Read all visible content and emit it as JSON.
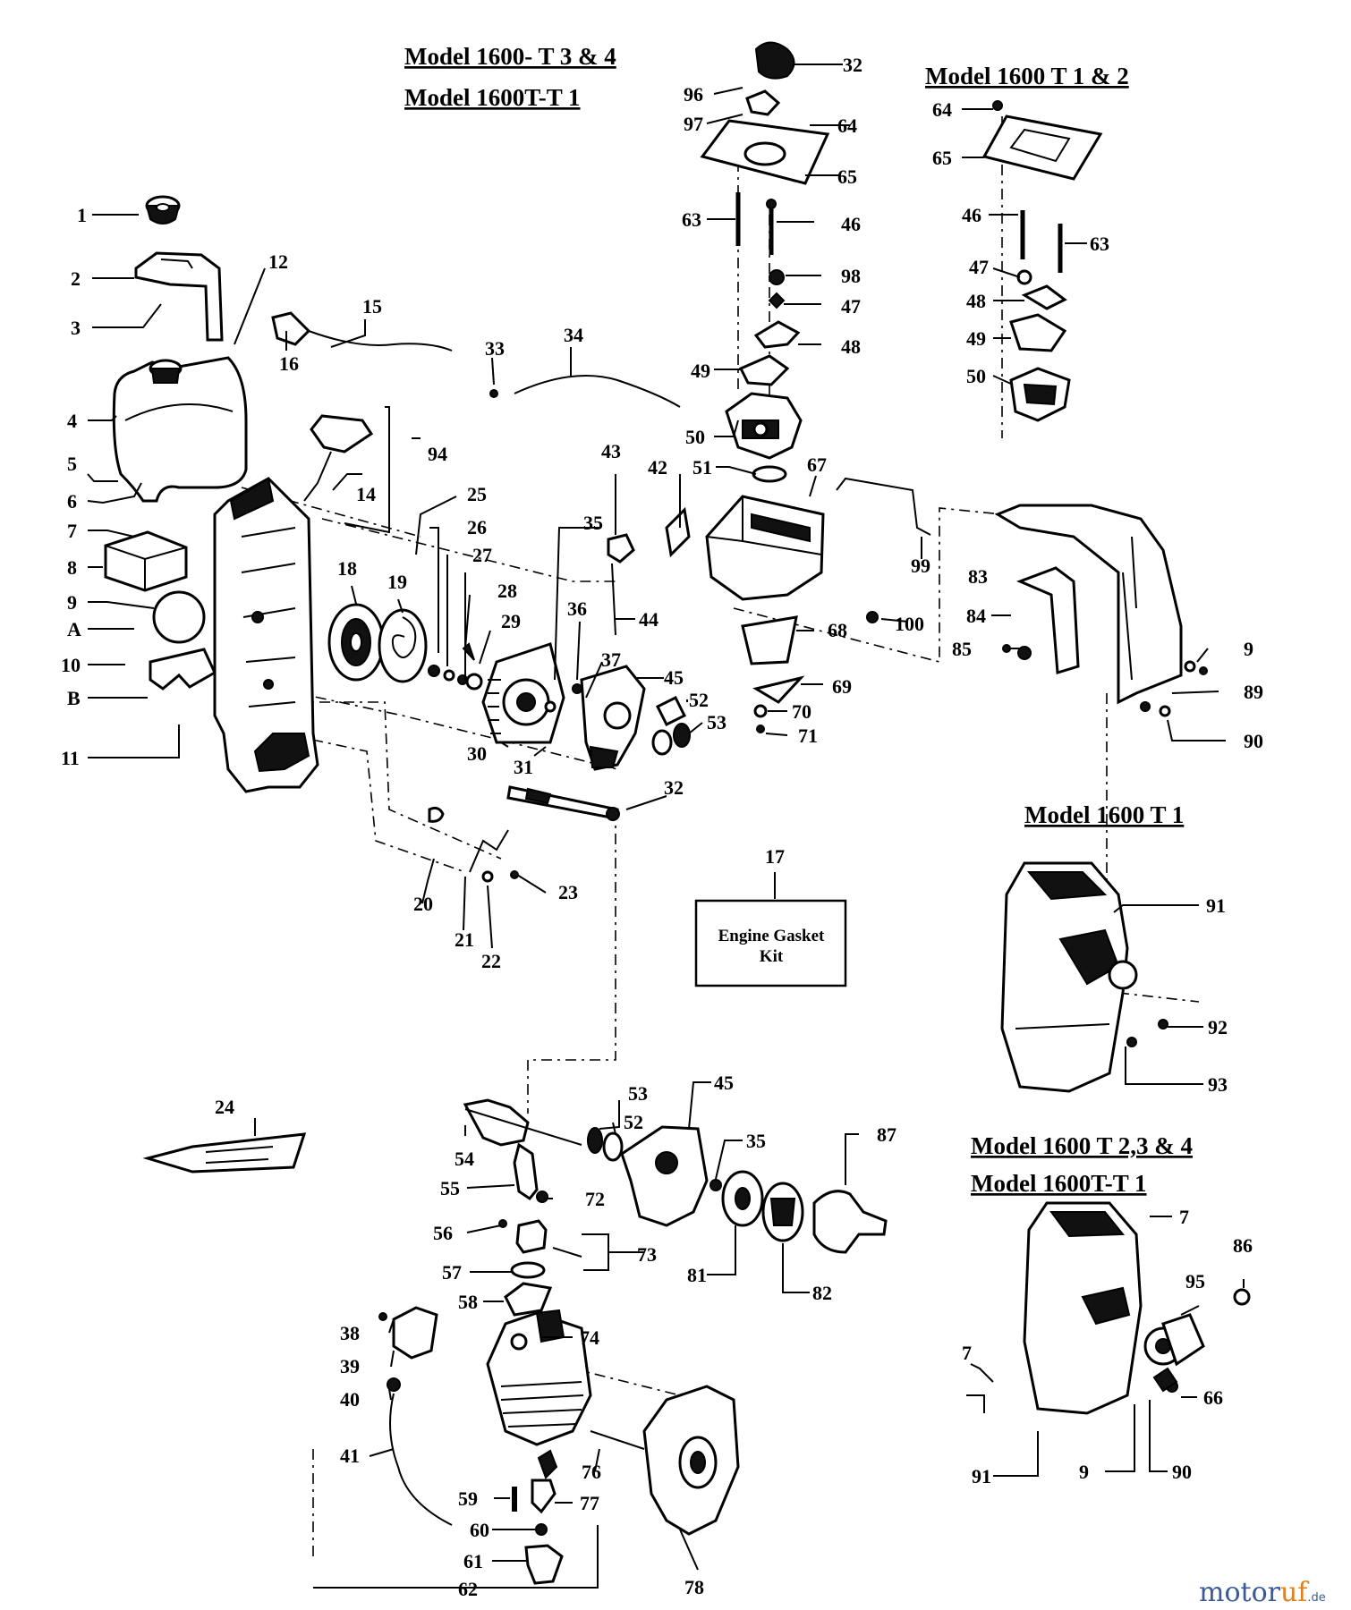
{
  "headers": {
    "h1": "Model 1600- T 3 & 4",
    "h2": "Model 1600T-T 1",
    "h3": "Model 1600 T 1 & 2",
    "h4": "Model 1600 T 1",
    "h5": "Model 1600 T  2,3 & 4",
    "h6": "Model 1600T-T 1"
  },
  "gasket_box": {
    "part": "17",
    "line1": "Engine Gasket",
    "line2": "Kit"
  },
  "watermark": {
    "part1": "motor",
    "part2": "uf",
    "suffix": ".de"
  },
  "labels": {
    "L1": "1",
    "L2": "2",
    "L3": "3",
    "L4": "4",
    "L5": "5",
    "L6": "6",
    "L7": "7",
    "L8": "8",
    "L9": "9",
    "LA": "A",
    "L10": "10",
    "LB": "B",
    "L11": "11",
    "L12": "12",
    "L15": "15",
    "L16": "16",
    "L33": "33",
    "L34": "34",
    "L94": "94",
    "L14": "14",
    "L25": "25",
    "L26": "26",
    "L27": "27",
    "L28": "28",
    "L29": "29",
    "L18": "18",
    "L19": "19",
    "L30": "30",
    "L31": "31",
    "L32b": "32",
    "L35": "35",
    "L36": "36",
    "L37": "37",
    "L43": "43",
    "L44": "44",
    "L45": "45",
    "L52": "52",
    "L53": "53",
    "L20": "20",
    "L21": "21",
    "L22": "22",
    "L23": "23",
    "L32": "32",
    "L96": "96",
    "L97": "97",
    "L64": "64",
    "L65": "65",
    "L63": "63",
    "L46": "46",
    "L98": "98",
    "L47": "47",
    "L48": "48",
    "L49": "49",
    "L50": "50",
    "L42": "42",
    "L51": "51",
    "L67": "67",
    "L99": "99",
    "L100": "100",
    "L68": "68",
    "L69": "69",
    "L70": "70",
    "L71": "71",
    "R64": "64",
    "R65": "65",
    "R46": "46",
    "R63": "63",
    "R47": "47",
    "R48": "48",
    "R49": "49",
    "R50": "50",
    "L83": "83",
    "L84": "84",
    "L85": "85",
    "R9": "9",
    "L89": "89",
    "L90": "90",
    "L91": "91",
    "L92": "92",
    "L93": "93",
    "L24": "24",
    "L54": "54",
    "R53": "53",
    "R52": "52",
    "R45": "45",
    "R35": "35",
    "L87": "87",
    "L55": "55",
    "L72": "72",
    "L56": "56",
    "L73": "73",
    "L57": "57",
    "L81": "81",
    "L82": "82",
    "L58": "58",
    "L38": "38",
    "L74": "74",
    "L39": "39",
    "L40": "40",
    "L41": "41",
    "L76": "76",
    "L59": "59",
    "L77": "77",
    "L60": "60",
    "L61": "61",
    "L62": "62",
    "L78": "78",
    "R7a": "7",
    "L86": "86",
    "L95": "95",
    "R7b": "7",
    "L66": "66",
    "R91": "91",
    "R9b": "9",
    "R90": "90"
  }
}
